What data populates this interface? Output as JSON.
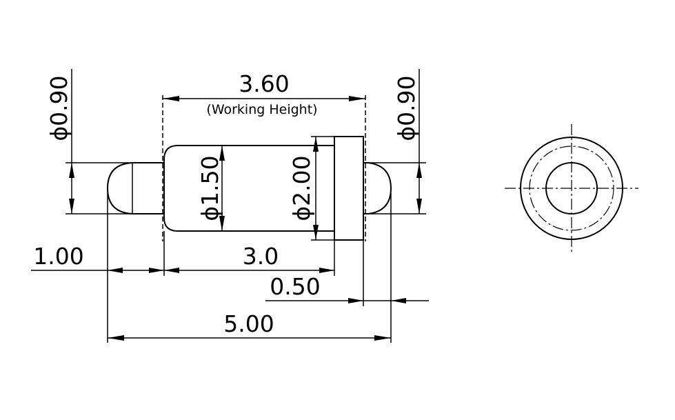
{
  "dimensions": {
    "working_height": "3.60",
    "working_height_note": "(Working Height)",
    "left_tip_diameter": "ϕ0.90",
    "right_tip_diameter": "ϕ0.90",
    "body_diameter": "ϕ1.50",
    "flange_diameter": "ϕ2.00",
    "tip_length": "1.00",
    "body_length": "3.0",
    "flange_thickness": "0.50",
    "total_length": "5.00"
  }
}
